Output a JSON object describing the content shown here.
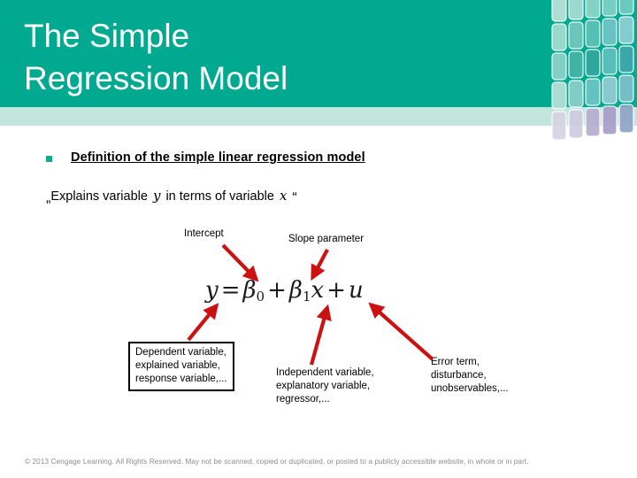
{
  "slide": {
    "title": "The Simple\nRegression Model",
    "accent_color": "#00a98f",
    "accent_light_color": "#c2e6dd",
    "arrow_color": "#cc1111"
  },
  "content": {
    "bullet_heading": "Definition of the simple linear regression model",
    "quote": {
      "open_quote": "„",
      "text_before": "Explains variable",
      "var_y": "y",
      "text_middle": "in terms of variable",
      "var_x": "x",
      "close_quote": "“"
    }
  },
  "equation": {
    "lhs": "y",
    "equals": "=",
    "beta0": "β",
    "beta0_sub": "0",
    "plus1": "+",
    "beta1": "β",
    "beta1_sub": "1",
    "var_x": "x",
    "plus2": "+",
    "error": "u",
    "plain": "y = β0 + β1x + u"
  },
  "callouts": {
    "intercept": "Intercept",
    "slope": "Slope parameter",
    "dependent": "Dependent variable,\nexplained variable,\nresponse variable,...",
    "independent": "Independent variable,\nexplanatory variable,\nregressor,...",
    "error": "Error term,\ndisturbance,\nunobservables,..."
  },
  "footer": {
    "copyright": "© 2013 Cengage Learning. All Rights Reserved. May not be scanned, copied or duplicated, or posted to a publicly accessible website, in whole or in part."
  }
}
